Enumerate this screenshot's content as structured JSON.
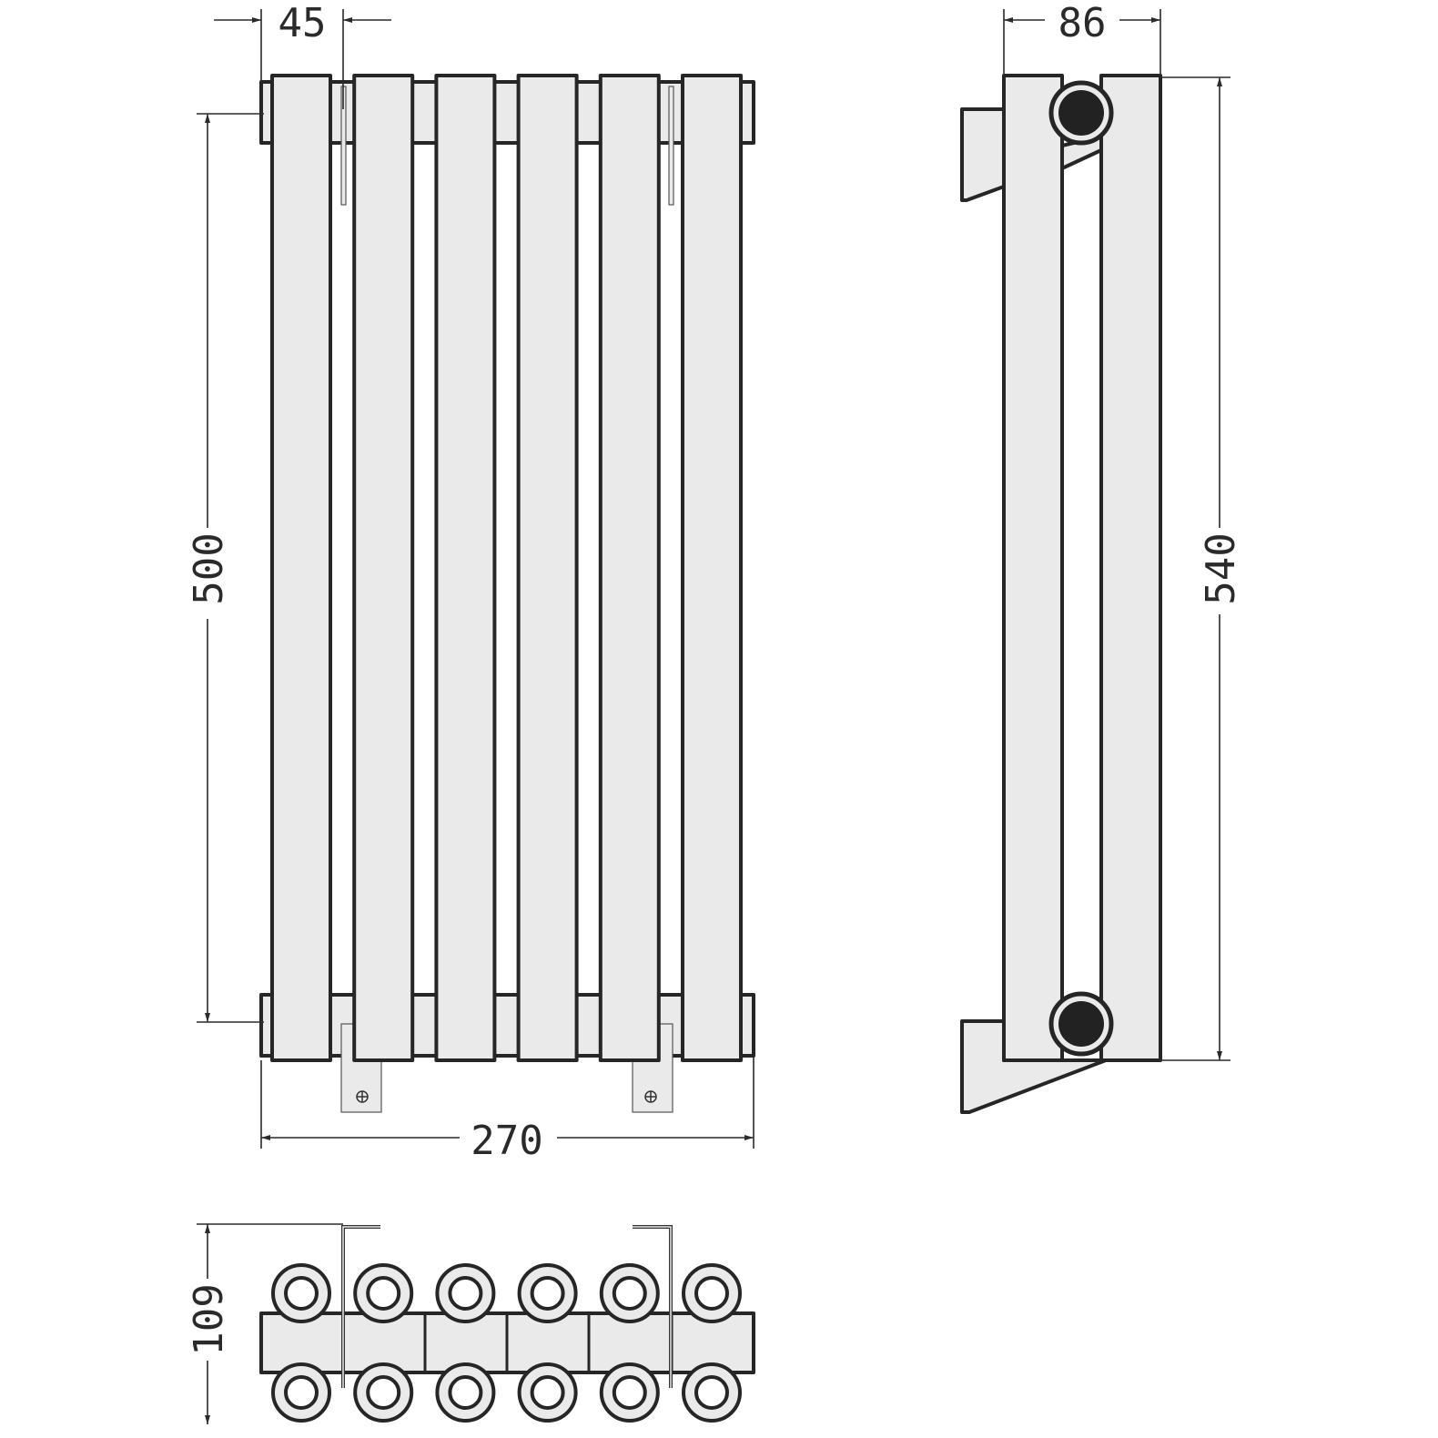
{
  "dimensions": {
    "tube_spacing": "45",
    "depth": "86",
    "pipe_centres": "500",
    "height": "540",
    "width": "270",
    "wall_projection": "109"
  },
  "tube_count": 6,
  "colors": {
    "line": "#262626",
    "fill": "#e9eae9",
    "pipe": "#222222"
  }
}
